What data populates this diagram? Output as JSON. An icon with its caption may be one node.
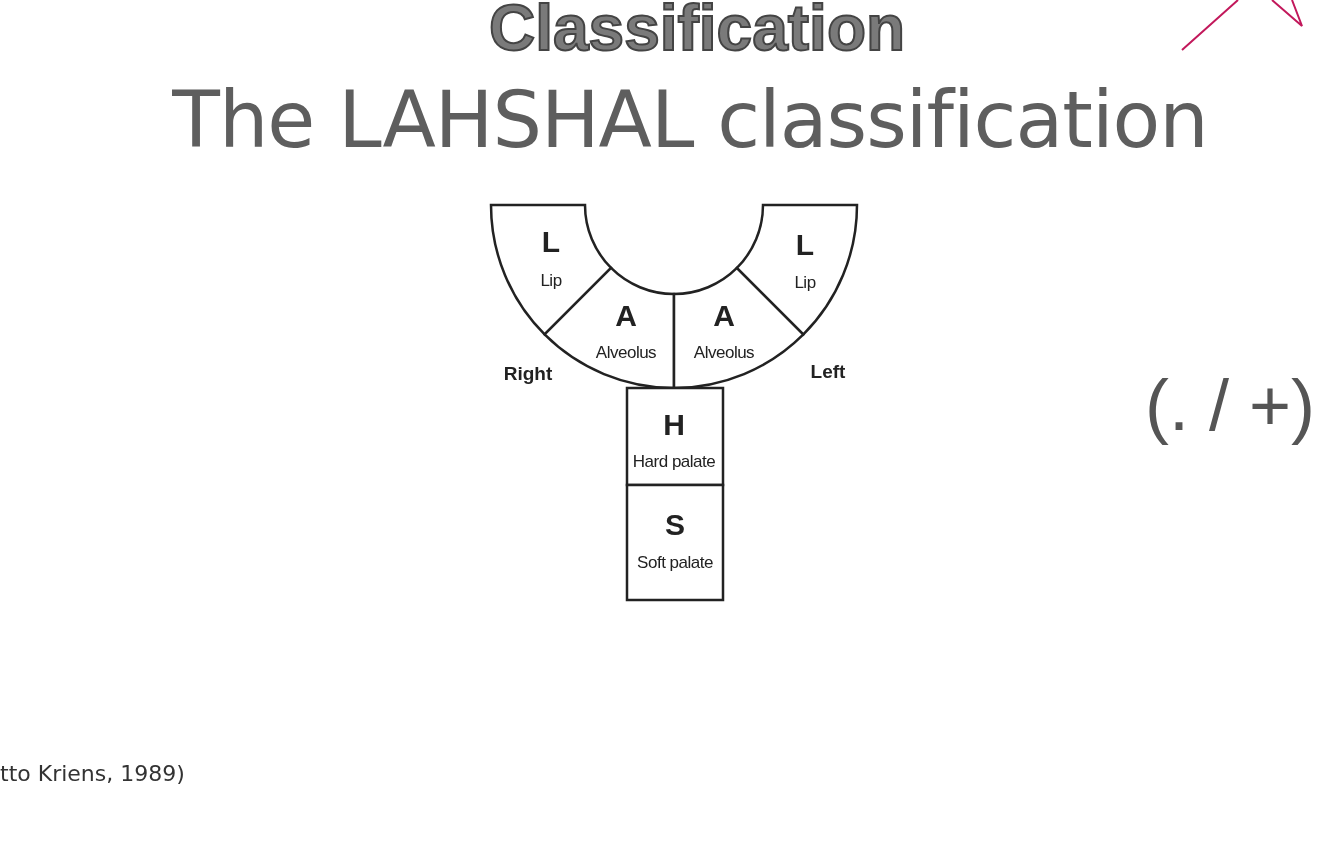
{
  "diagram": {
    "title": "Classification",
    "nodes": [
      {
        "text": [
          "L",
          "Lip"
        ]
      },
      {
        "text": [
          "A",
          "Alveolus"
        ]
      },
      {
        "text": [
          "A",
          "Alveolus"
        ]
      },
      {
        "text": [
          "L",
          "Lip"
        ]
      },
      {
        "text": [
          "H",
          "Hard palate"
        ]
      },
      {
        "text": [
          "S",
          "Soft palate"
        ]
      }
    ],
    "edges": [],
    "labels": [
      "The LAHSHAL classification",
      "Right",
      "Left",
      "(. / +)",
      "tto Kriens, 1989)"
    ]
  }
}
